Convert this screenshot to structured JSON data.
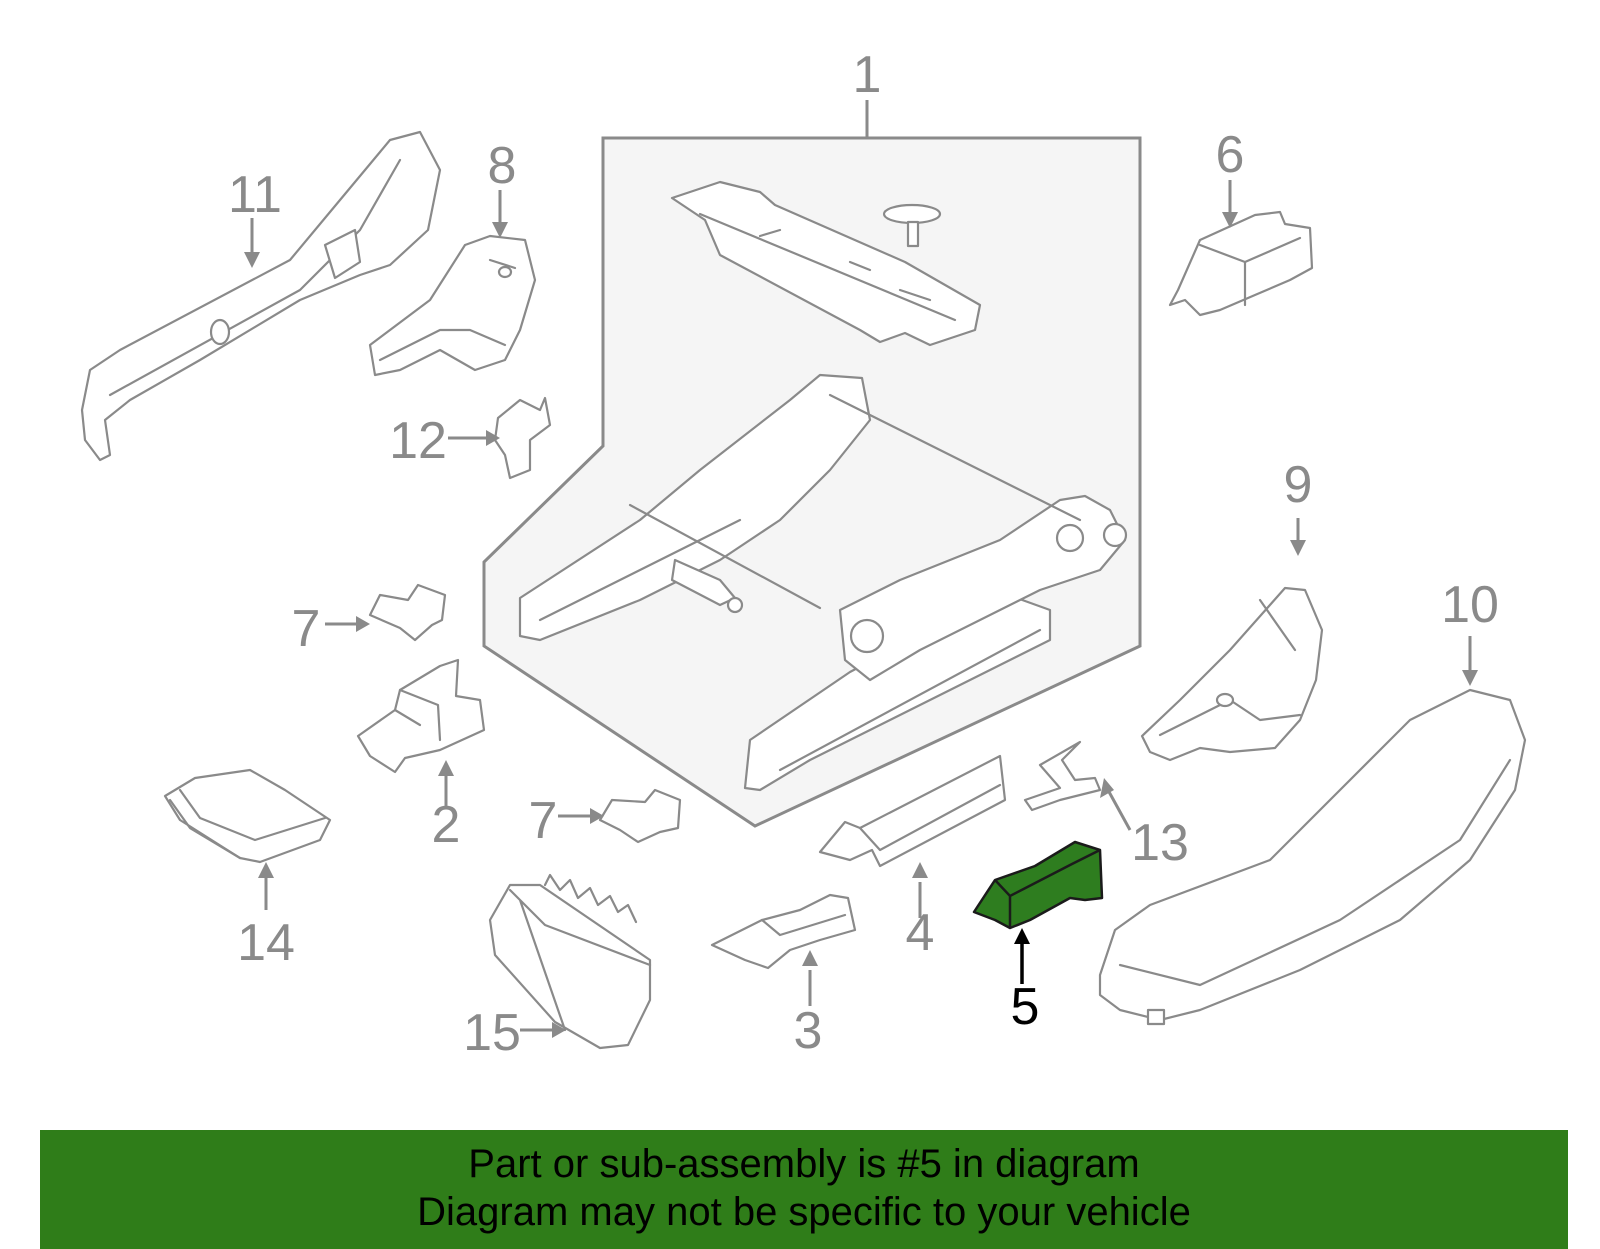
{
  "diagram": {
    "callouts": {
      "c1": "1",
      "c2": "2",
      "c3": "3",
      "c4": "4",
      "c5": "5",
      "c6": "6",
      "c7a": "7",
      "c7b": "7",
      "c8": "8",
      "c9": "9",
      "c10": "10",
      "c11": "11",
      "c12": "12",
      "c13": "13",
      "c14": "14",
      "c15": "15"
    },
    "highlighted_part": "5",
    "colors": {
      "highlight": "#2e7d1f",
      "banner": "#2f7d19",
      "linework": "#8a8a8a"
    }
  },
  "banner": {
    "line1": "Part or sub-assembly is #5 in diagram",
    "line2": "Diagram may not be specific to your vehicle"
  }
}
